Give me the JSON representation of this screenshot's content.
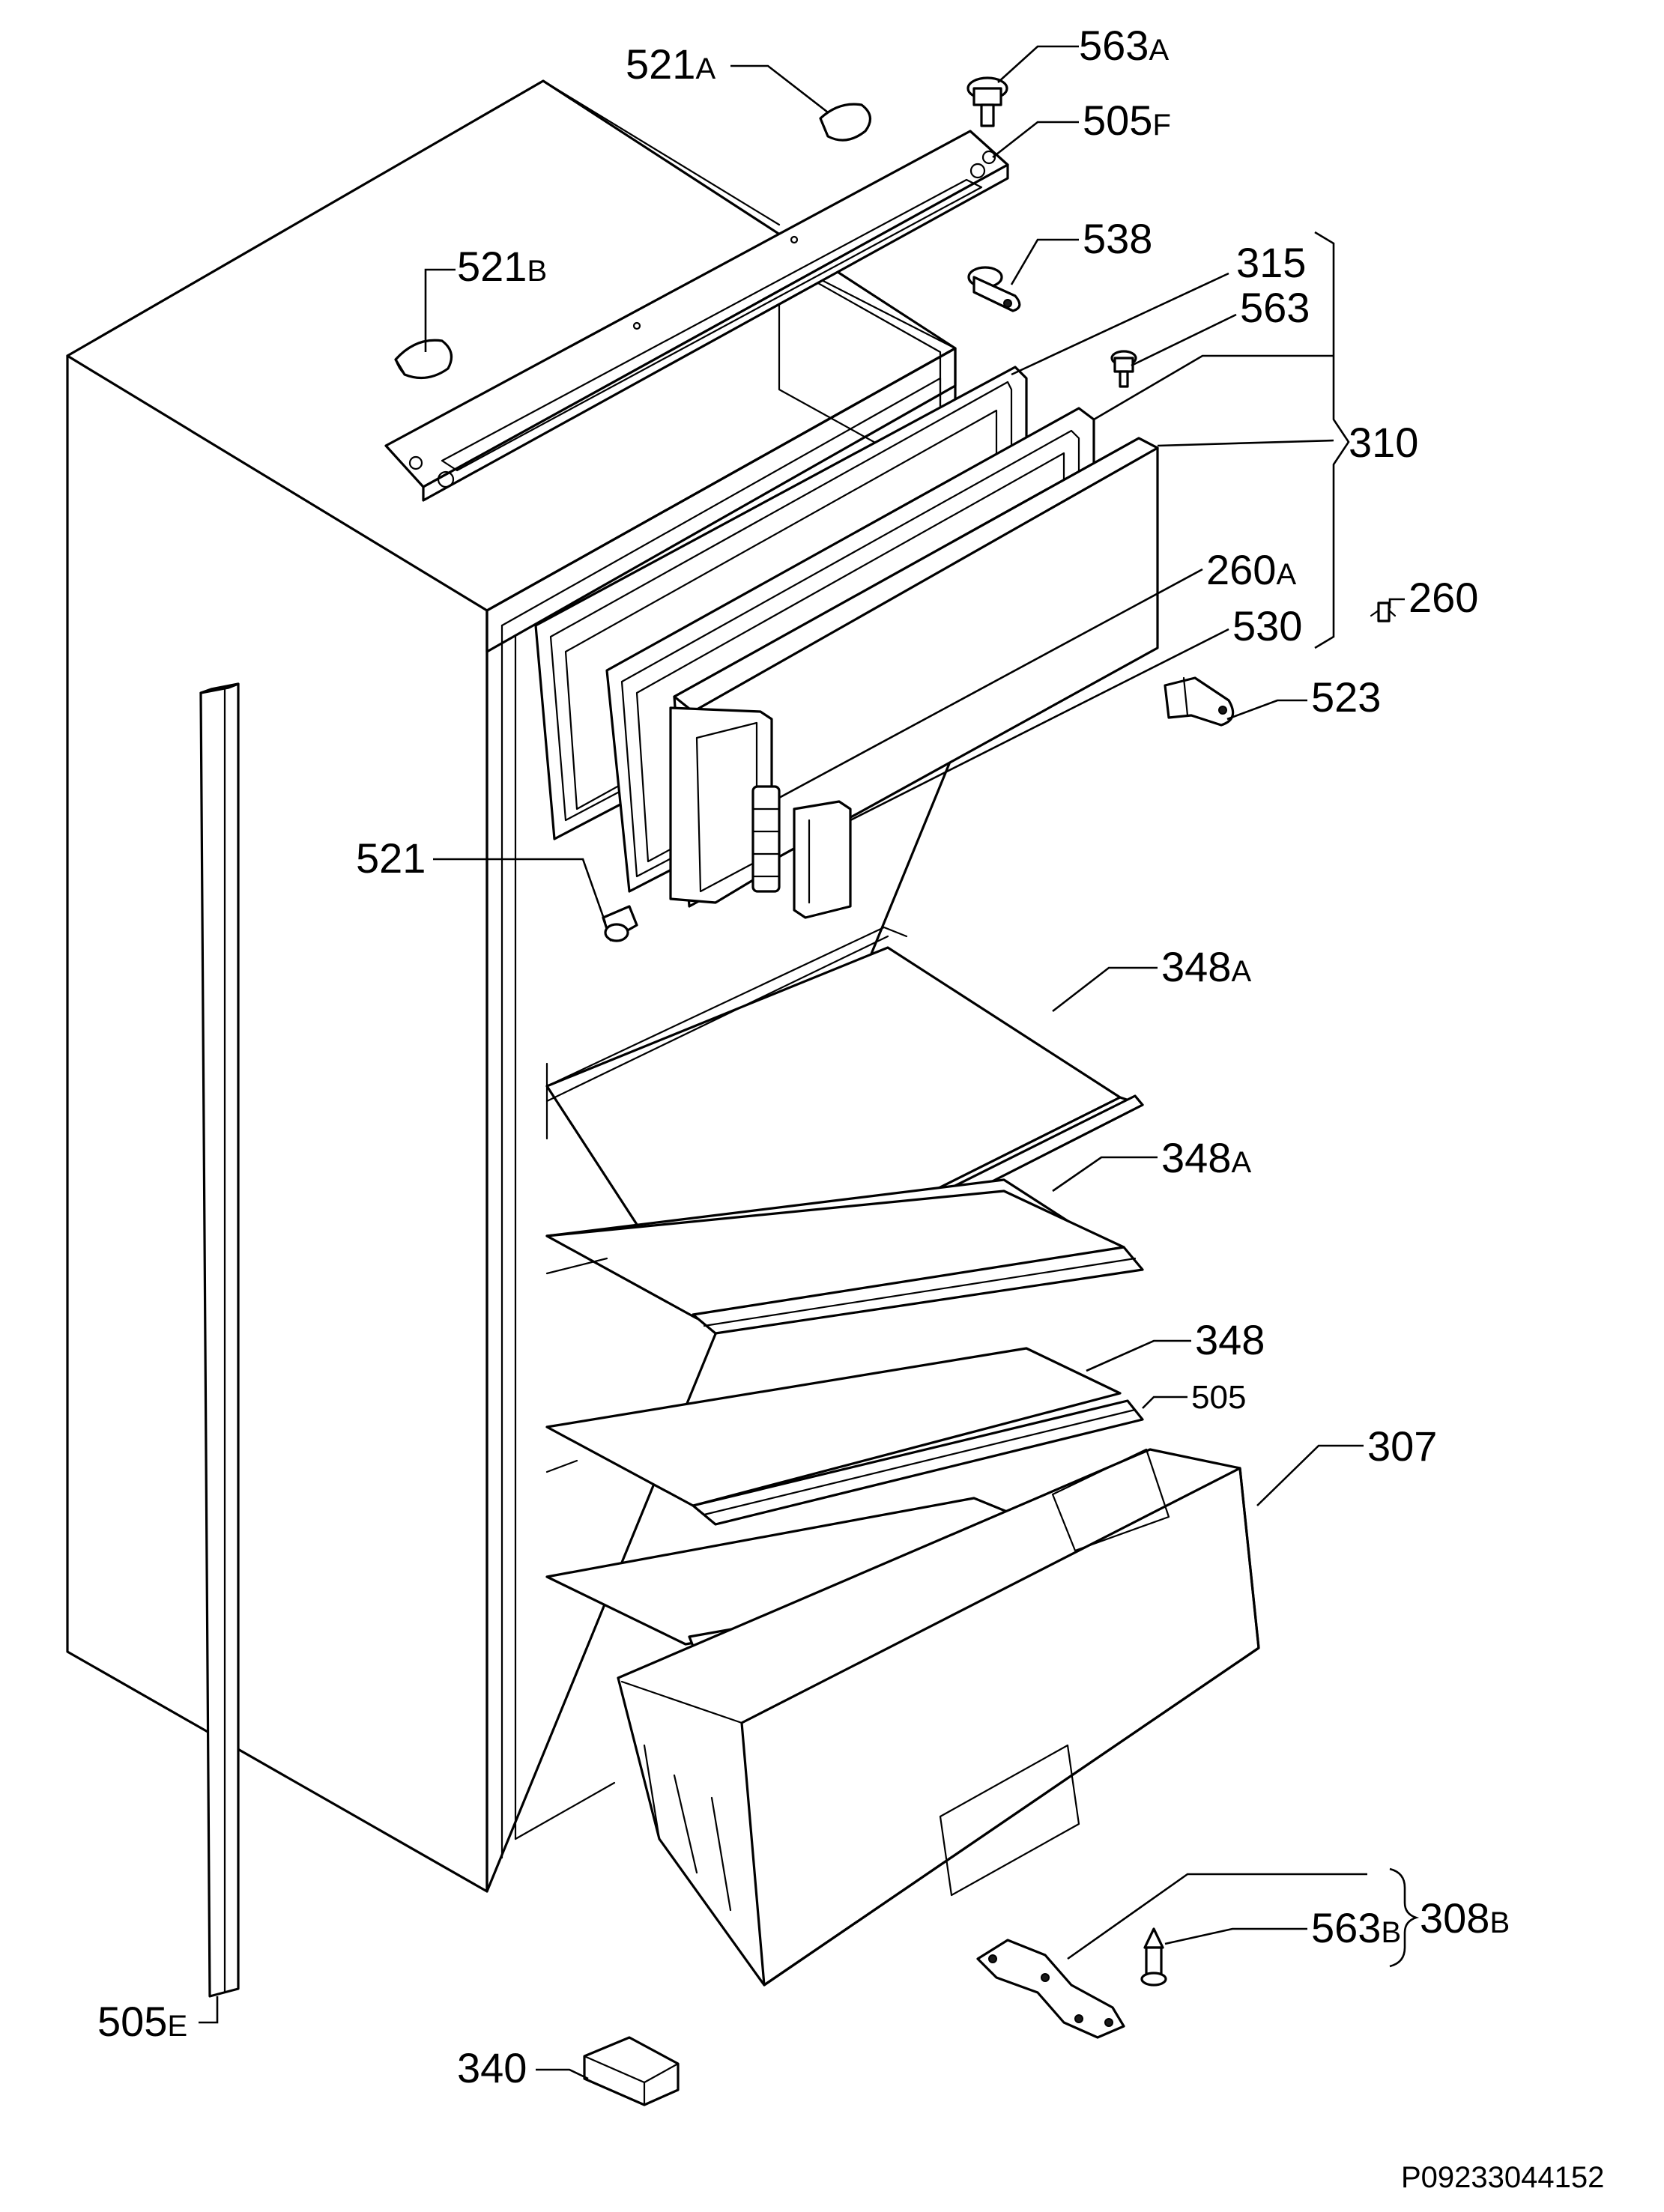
{
  "diagram": {
    "reference": "P09233044152",
    "labels": {
      "521A": {
        "num": "521",
        "suf": "A"
      },
      "563A": {
        "num": "563",
        "suf": "A"
      },
      "505F": {
        "num": "505",
        "suf": "F"
      },
      "521B": {
        "num": "521",
        "suf": "B"
      },
      "538": {
        "num": "538",
        "suf": ""
      },
      "315": {
        "num": "315",
        "suf": ""
      },
      "563": {
        "num": "563",
        "suf": ""
      },
      "310": {
        "num": "310",
        "suf": ""
      },
      "260A": {
        "num": "260",
        "suf": "A"
      },
      "260": {
        "num": "260",
        "suf": ""
      },
      "530": {
        "num": "530",
        "suf": ""
      },
      "523": {
        "num": "523",
        "suf": ""
      },
      "521": {
        "num": "521",
        "suf": ""
      },
      "348A_1": {
        "num": "348",
        "suf": "A"
      },
      "348A_2": {
        "num": "348",
        "suf": "A"
      },
      "348": {
        "num": "348",
        "suf": ""
      },
      "505": {
        "num": "505",
        "suf": ""
      },
      "307": {
        "num": "307",
        "suf": ""
      },
      "308B": {
        "num": "308",
        "suf": "B"
      },
      "563B": {
        "num": "563",
        "suf": "B"
      },
      "505E": {
        "num": "505",
        "suf": "E"
      },
      "340": {
        "num": "340",
        "suf": ""
      }
    }
  }
}
